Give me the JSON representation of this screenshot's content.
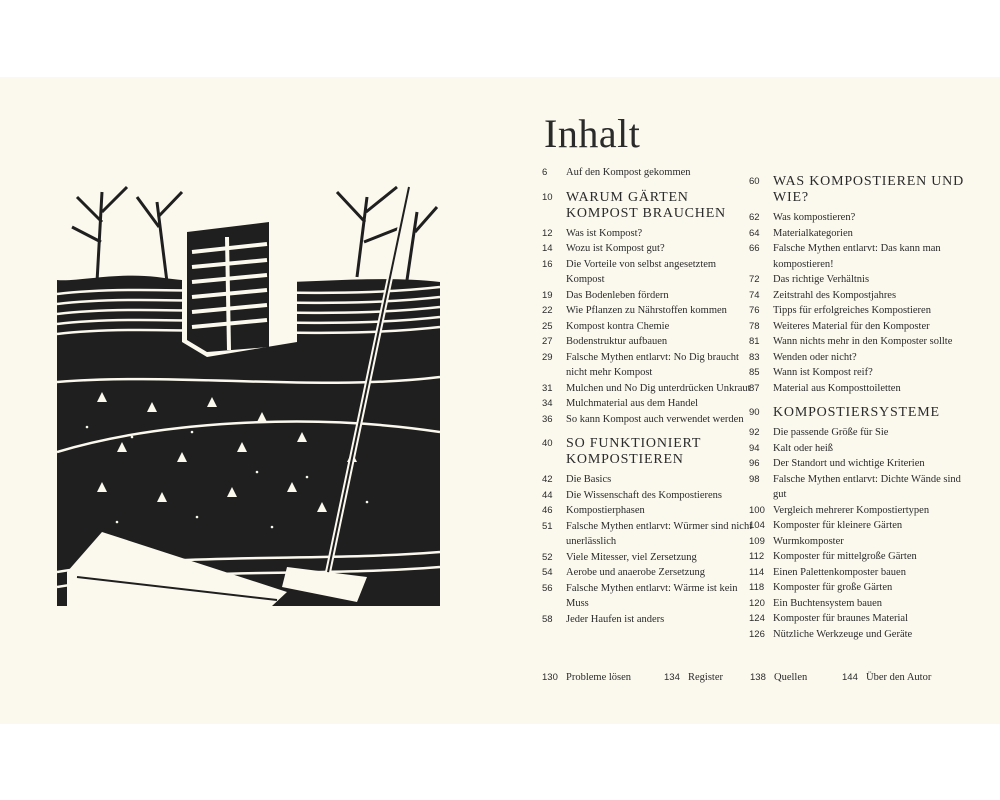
{
  "title": "Inhalt",
  "col1": [
    {
      "n": "6",
      "t": "Auf den Kompost gekommen"
    },
    {
      "n": "10",
      "t": "WARUM GÄRTEN KOMPOST BRAUCHEN",
      "section": true
    },
    {
      "n": "12",
      "t": "Was ist Kompost?"
    },
    {
      "n": "14",
      "t": "Wozu ist Kompost gut?"
    },
    {
      "n": "16",
      "t": "Die Vorteile von selbst angesetztem Kompost"
    },
    {
      "n": "19",
      "t": "Das Bodenleben fördern"
    },
    {
      "n": "22",
      "t": "Wie Pflanzen zu Nährstoffen kommen"
    },
    {
      "n": "25",
      "t": "Kompost kontra Chemie"
    },
    {
      "n": "27",
      "t": "Bodenstruktur aufbauen"
    },
    {
      "n": "29",
      "t": "Falsche Mythen entlarvt: No Dig braucht nicht mehr Kompost"
    },
    {
      "n": "31",
      "t": "Mulchen und No Dig unterdrücken Unkraut"
    },
    {
      "n": "34",
      "t": "Mulchmaterial aus dem Handel"
    },
    {
      "n": "36",
      "t": "So kann Kompost auch verwendet werden"
    },
    {
      "n": "40",
      "t": "SO FUNKTIONIERT KOMPOSTIEREN",
      "section": true
    },
    {
      "n": "42",
      "t": "Die Basics"
    },
    {
      "n": "44",
      "t": "Die Wissenschaft des Kompostierens"
    },
    {
      "n": "46",
      "t": "Kompostierphasen"
    },
    {
      "n": "51",
      "t": "Falsche Mythen entlarvt: Würmer sind nicht unerlässlich"
    },
    {
      "n": "52",
      "t": "Viele Mitesser, viel Zersetzung"
    },
    {
      "n": "54",
      "t": "Aerobe und anaerobe Zersetzung"
    },
    {
      "n": "56",
      "t": "Falsche Mythen entlarvt: Wärme ist kein Muss"
    },
    {
      "n": "58",
      "t": "Jeder Haufen ist anders"
    }
  ],
  "col2": [
    {
      "n": "60",
      "t": "WAS KOMPOSTIEREN UND WIE?",
      "section": true
    },
    {
      "n": "62",
      "t": "Was kompostieren?"
    },
    {
      "n": "64",
      "t": "Materialkategorien"
    },
    {
      "n": "66",
      "t": "Falsche Mythen entlarvt: Das kann man kompostieren!"
    },
    {
      "n": "72",
      "t": "Das richtige Verhältnis"
    },
    {
      "n": "74",
      "t": "Zeitstrahl des Kompostjahres"
    },
    {
      "n": "76",
      "t": "Tipps für erfolgreiches Kompostieren"
    },
    {
      "n": "78",
      "t": "Weiteres Material für den Komposter"
    },
    {
      "n": "81",
      "t": "Wann nichts mehr in den Komposter sollte"
    },
    {
      "n": "83",
      "t": "Wenden oder nicht?"
    },
    {
      "n": "85",
      "t": "Wann ist Kompost reif?"
    },
    {
      "n": "87",
      "t": "Material aus Komposttoiletten"
    },
    {
      "n": "90",
      "t": "KOMPOSTIERSYSTEME",
      "section": true
    },
    {
      "n": "92",
      "t": "Die passende Größe für Sie"
    },
    {
      "n": "94",
      "t": "Kalt oder heiß"
    },
    {
      "n": "96",
      "t": "Der Standort und wichtige Kriterien"
    },
    {
      "n": "98",
      "t": "Falsche Mythen entlarvt: Dichte Wände sind gut"
    },
    {
      "n": "100",
      "t": "Vergleich mehrerer Kompostiertypen"
    },
    {
      "n": "104",
      "t": "Komposter für kleinere Gärten"
    },
    {
      "n": "109",
      "t": "Wurmkomposter"
    },
    {
      "n": "112",
      "t": "Komposter für mittelgroße Gärten"
    },
    {
      "n": "114",
      "t": "Einen Palettenkomposter bauen"
    },
    {
      "n": "118",
      "t": "Komposter für große Gärten"
    },
    {
      "n": "120",
      "t": "Ein Buchtensystem bauen"
    },
    {
      "n": "124",
      "t": "Komposter für braunes Material"
    },
    {
      "n": "126",
      "t": "Nützliche Werkzeuge und Geräte"
    }
  ],
  "footer": [
    {
      "n": "130",
      "t": "Probleme lösen"
    },
    {
      "n": "134",
      "t": "Register"
    },
    {
      "n": "138",
      "t": "Quellen"
    },
    {
      "n": "144",
      "t": "Über den Autor"
    }
  ]
}
